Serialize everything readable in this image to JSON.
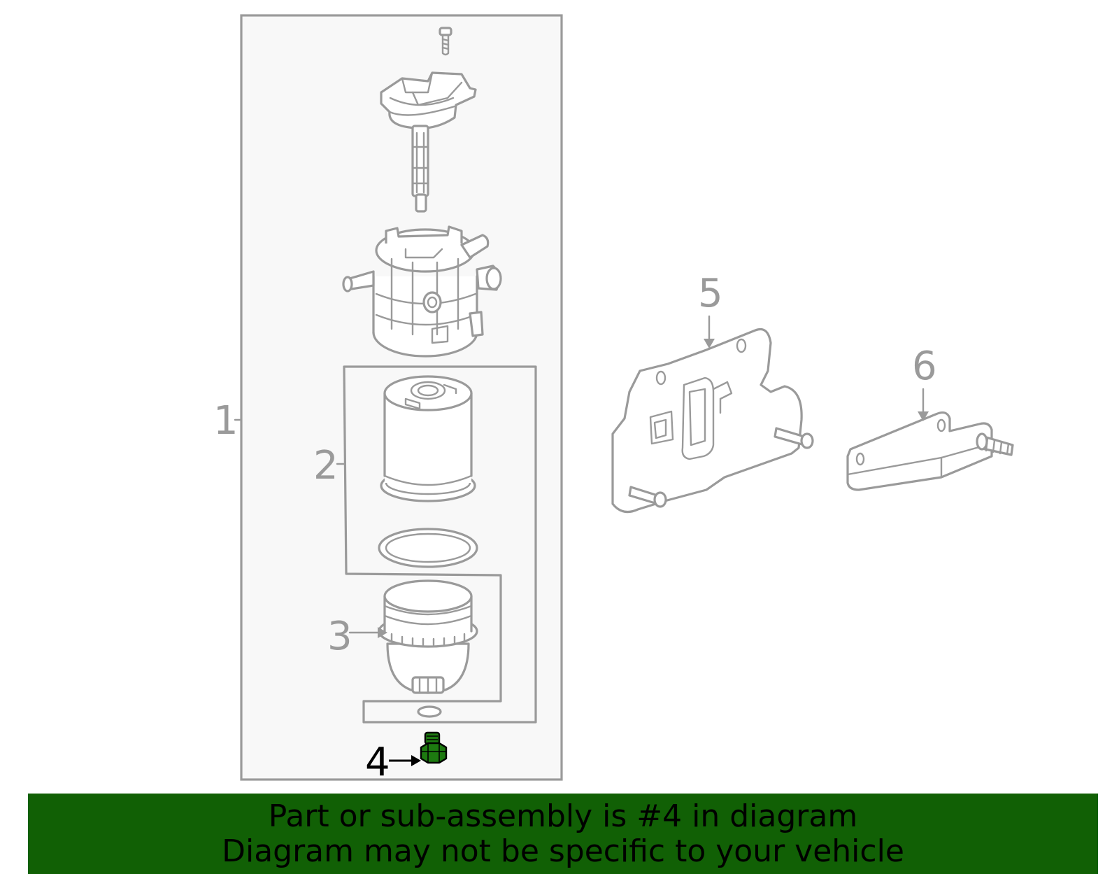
{
  "callouts": {
    "c1": "1",
    "c2": "2",
    "c3": "3",
    "c4": "4",
    "c5": "5",
    "c6": "6"
  },
  "highlight_part": "4",
  "colors": {
    "line": "#9a9a9a",
    "panel_bg": "#f8f8f8",
    "highlight": "#1d7a10",
    "banner_bg": "#116005"
  },
  "banner": {
    "line1": "Part or sub-assembly is #4 in diagram",
    "line2": "Diagram may not be specific to your vehicle"
  }
}
